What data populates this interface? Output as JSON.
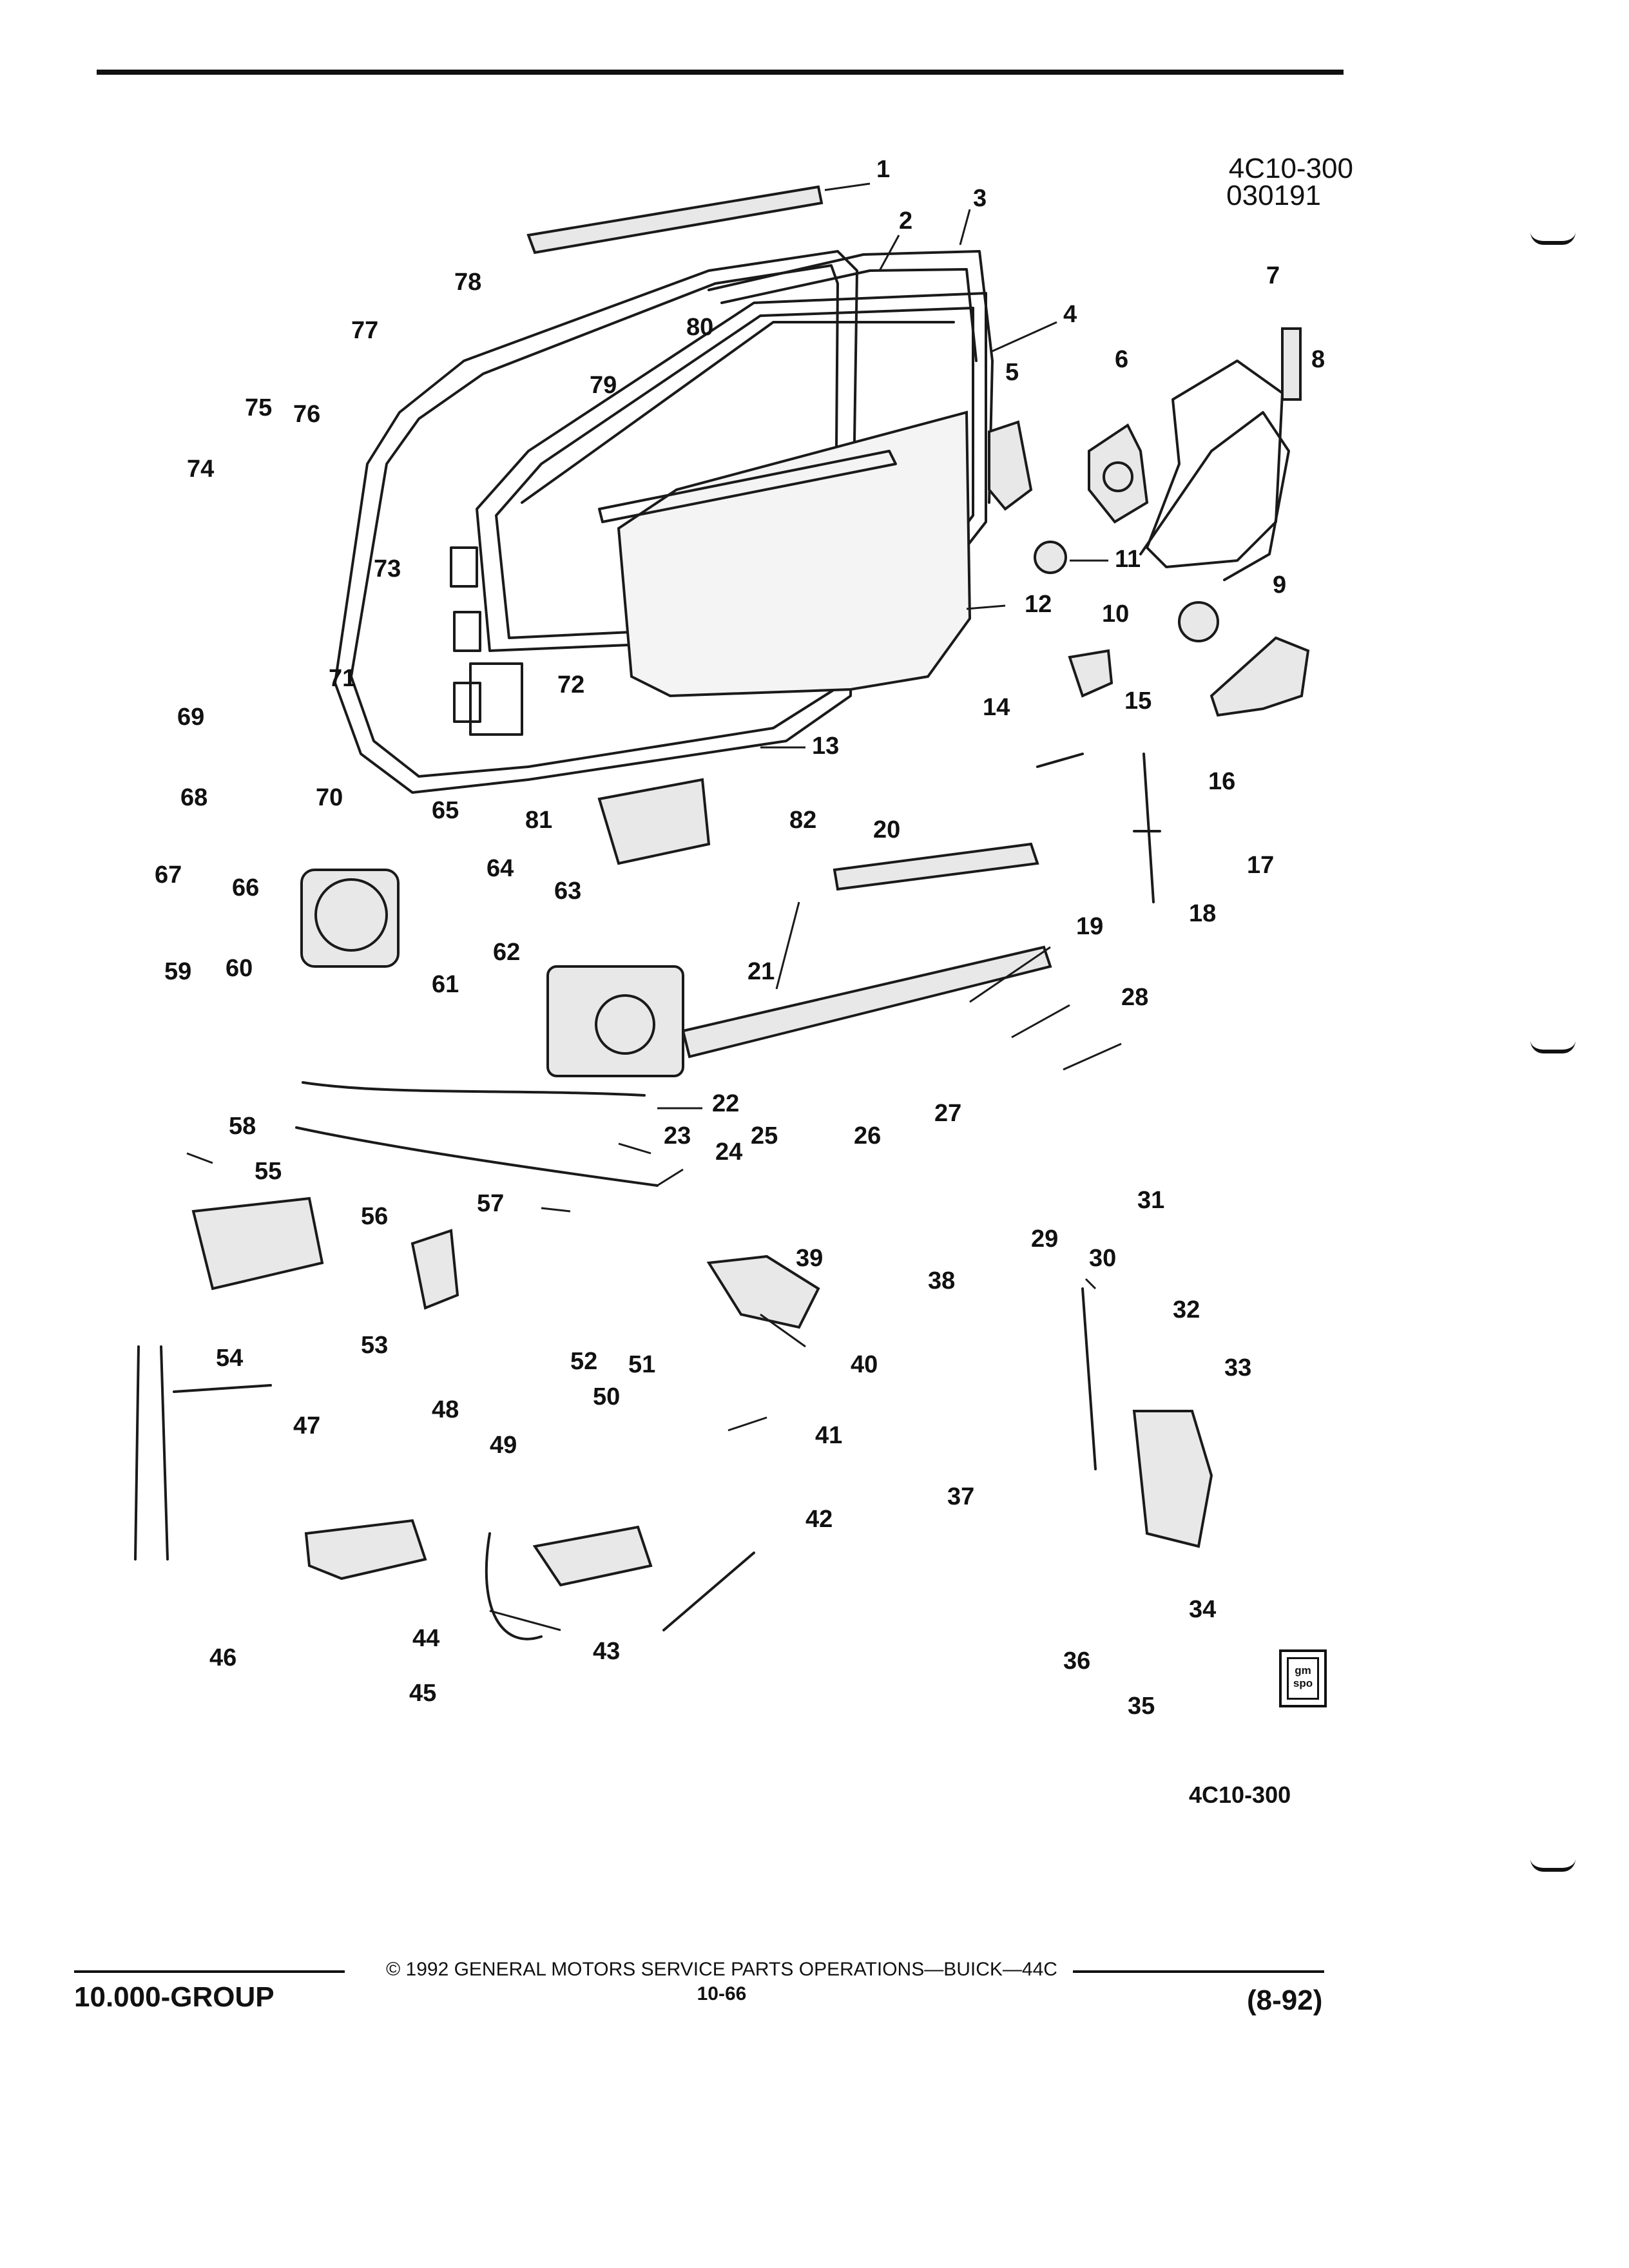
{
  "header": {
    "ref_code": "4C10-300",
    "ref_date": "030191"
  },
  "diagram": {
    "bottom_ref": "4C10-300",
    "callouts": [
      "1",
      "2",
      "3",
      "4",
      "5",
      "6",
      "7",
      "8",
      "9",
      "10",
      "11",
      "12",
      "13",
      "14",
      "15",
      "16",
      "17",
      "18",
      "19",
      "20",
      "21",
      "22",
      "23",
      "24",
      "25",
      "26",
      "27",
      "28",
      "29",
      "30",
      "31",
      "32",
      "33",
      "34",
      "35",
      "36",
      "37",
      "38",
      "39",
      "40",
      "41",
      "42",
      "43",
      "44",
      "45",
      "46",
      "47",
      "48",
      "49",
      "50",
      "51",
      "52",
      "53",
      "54",
      "55",
      "56",
      "57",
      "58",
      "59",
      "60",
      "61",
      "62",
      "63",
      "64",
      "65",
      "66",
      "67",
      "68",
      "69",
      "70",
      "71",
      "72",
      "73",
      "74",
      "75",
      "76",
      "77",
      "78",
      "79",
      "80",
      "81",
      "82"
    ]
  },
  "logo": {
    "text": "gm spo"
  },
  "footer": {
    "group": "10.000-GROUP",
    "copyright": "© 1992 GENERAL MOTORS SERVICE PARTS OPERATIONS—BUICK—44C",
    "page": "10-66",
    "date_code": "(8-92)"
  }
}
